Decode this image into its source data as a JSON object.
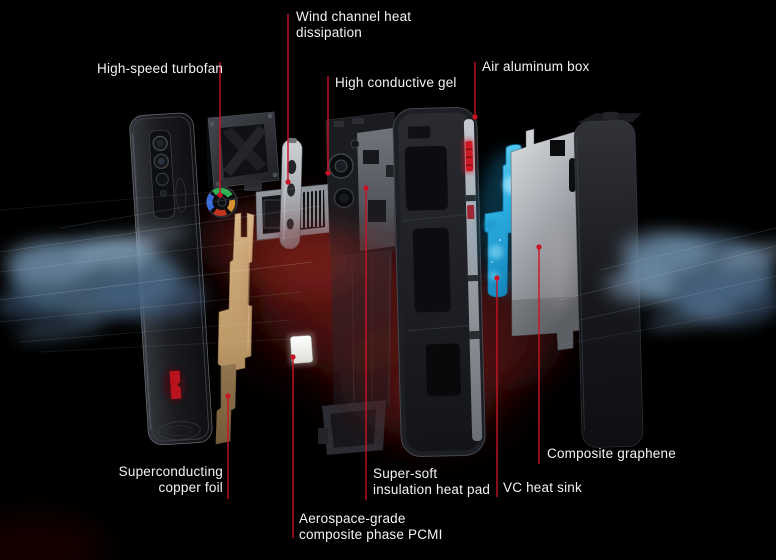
{
  "callouts": {
    "wind_channel": {
      "lines": [
        "Wind channel heat",
        "dissipation"
      ]
    },
    "high_speed_turbofan": {
      "lines": [
        "High-speed turbofan"
      ]
    },
    "high_conductive_gel": {
      "lines": [
        "High conductive gel"
      ]
    },
    "air_aluminum_box": {
      "lines": [
        "Air aluminum box"
      ]
    },
    "superconducting_copper_foil": {
      "lines": [
        "Superconducting",
        "copper foil"
      ]
    },
    "aerospace_pcmi": {
      "lines": [
        "Aerospace-grade",
        "composite phase PCMI"
      ]
    },
    "super_soft_pad": {
      "lines": [
        "Super-soft",
        "insulation heat pad"
      ]
    },
    "vc_heat_sink": {
      "lines": [
        "VC heat sink"
      ]
    },
    "composite_graphene": {
      "lines": [
        "Composite graphene"
      ]
    }
  },
  "colors": {
    "background": "#000000",
    "label_text": "#f2f3f4",
    "leader_line": "#c81325",
    "copper_foil": "#c8a87a",
    "vc_heat_sink": "#3bbdec",
    "graphene_sheet": "#b9bcc2",
    "fan_blue": "#3a6bd8",
    "fan_green": "#2fae52",
    "fan_red": "#c03322",
    "fan_orange": "#d6902e",
    "smoke": "#5b7d9c",
    "heat_glow": "#6b1713"
  }
}
